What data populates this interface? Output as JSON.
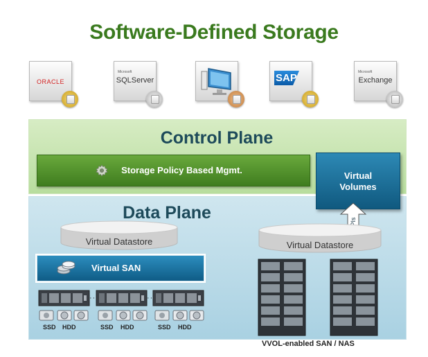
{
  "title": "Software-Defined Storage",
  "apps": [
    {
      "name": "oracle",
      "label": "ORACLE",
      "sub": "",
      "badge": "gold"
    },
    {
      "name": "sqlserver",
      "label": "SQLServer",
      "sub": "Microsoft",
      "badge": "silver"
    },
    {
      "name": "desktop",
      "label": "",
      "sub": "",
      "badge": "bronze"
    },
    {
      "name": "sap",
      "label": "SAP",
      "sub": "",
      "badge": "gold"
    },
    {
      "name": "exchange",
      "label": "Exchange",
      "sub": "Microsoft",
      "badge": "silver"
    }
  ],
  "control_plane": {
    "title": "Control Plane",
    "policy_label": "Storage Policy Based Mgmt."
  },
  "virtual_volumes": {
    "line1": "Virtual",
    "line2": "Volumes"
  },
  "apis_label": "APIs",
  "data_plane": {
    "title": "Data Plane",
    "left_datastore": "Virtual Datastore",
    "right_datastore": "Virtual Datastore",
    "virtual_san": "Virtual SAN",
    "disk_labels": {
      "ssd": "SSD",
      "hdd": "HDD"
    },
    "dots": "···",
    "vvol_caption": "VVOL-enabled SAN / NAS"
  },
  "colors": {
    "title_green": "#3a7a1e",
    "control_plane_bg": "#c6e3ae",
    "data_plane_bg": "#bcdde9",
    "policy_green": "#4f8f2b",
    "vvol_blue": "#1a6d96",
    "plane_title": "#1d4a5a"
  }
}
